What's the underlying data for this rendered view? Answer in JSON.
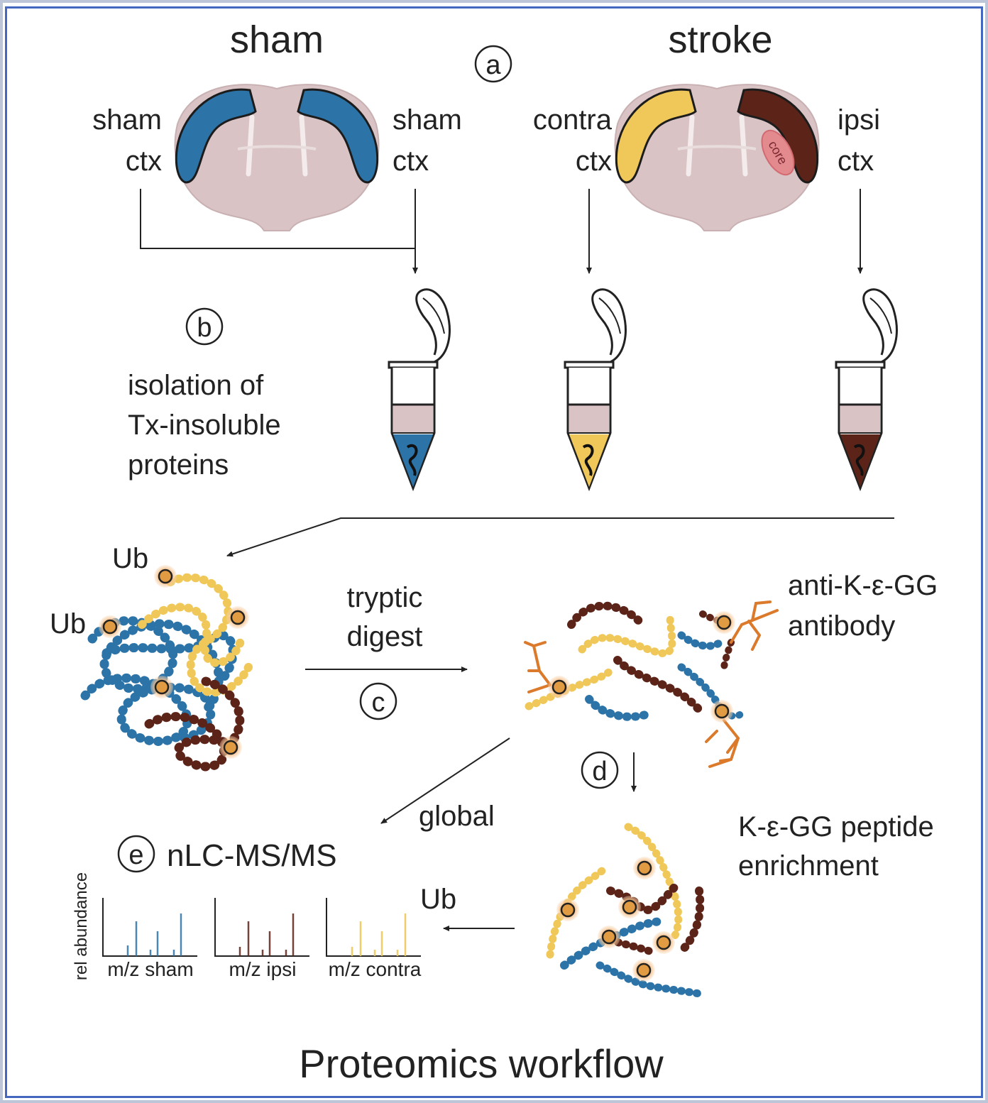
{
  "title": "Proteomics workflow",
  "headers": {
    "sham": "sham",
    "stroke": "stroke"
  },
  "steps": {
    "a": "a",
    "b": "b",
    "c": "c",
    "d": "d",
    "e": "e"
  },
  "labels": {
    "sham_left_1": "sham",
    "sham_left_2": "ctx",
    "sham_right_1": "sham",
    "sham_right_2": "ctx",
    "contra_1": "contra",
    "contra_2": "ctx",
    "ipsi_1": "ipsi",
    "ipsi_2": "ctx",
    "core": "core",
    "isolation_1": "isolation of",
    "isolation_2": "Tx-insoluble",
    "isolation_3": "proteins",
    "ub_1": "Ub",
    "ub_2": "Ub",
    "tryptic_1": "tryptic",
    "tryptic_2": "digest",
    "antibody_1": "anti-K-ε-GG",
    "antibody_2": "antibody",
    "global": "global",
    "enrich_1": "K-ε-GG peptide",
    "enrich_2": "enrichment",
    "ub_arrow": "Ub",
    "nlc": "nLC-MS/MS",
    "rel_abundance": "rel abundance",
    "spec_sham": "m/z sham",
    "spec_ipsi": "m/z ipsi",
    "spec_contra": "m/z contra"
  },
  "colors": {
    "sham_blue": "#2c73a8",
    "contra_yellow": "#f0c85a",
    "ipsi_brown": "#5c2418",
    "brain_pink": "#d9c3c5",
    "ub_orange": "#e09b43",
    "antibody_orange": "#dc7a2c",
    "frame_blue": "#4467c0"
  }
}
